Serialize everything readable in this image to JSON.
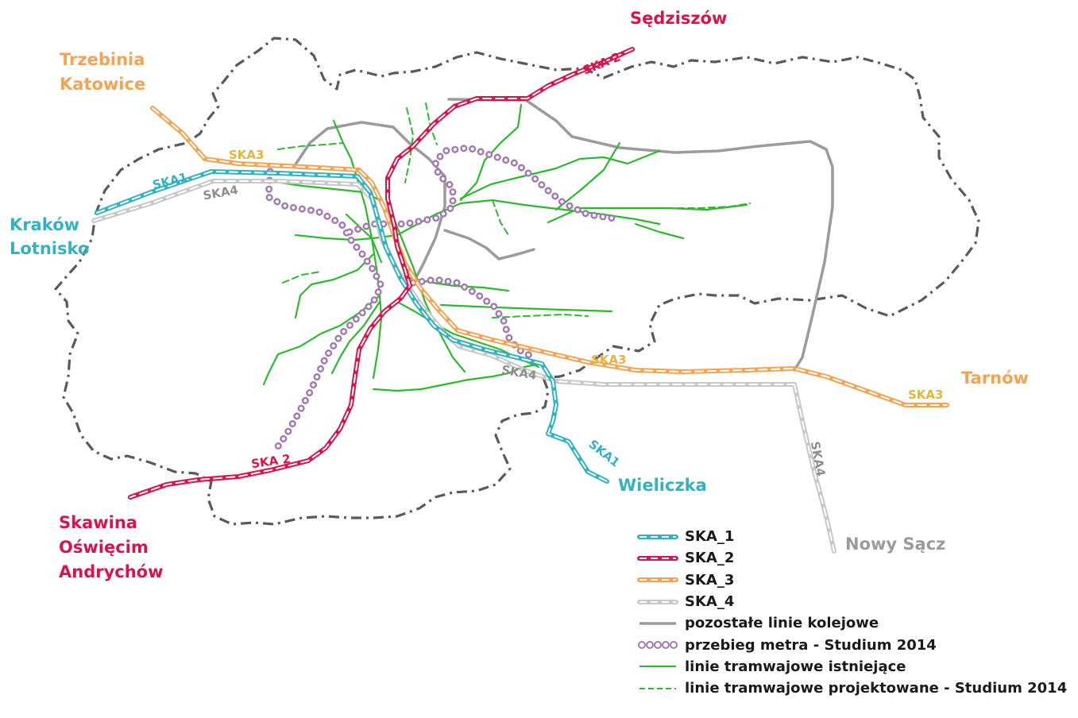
{
  "colors": {
    "ska1": "#33b2c0",
    "ska2": "#d8154a",
    "ska3": "#f3a453",
    "ska4": "#c8c8c8",
    "ska4_label": "#8f8f8f",
    "rail": "#9b9b9b",
    "metro": "#a27bb3",
    "tram": "#2eb82e",
    "boundary": "#5a5a5a"
  },
  "cities": {
    "trzebinia": "Trzebinia",
    "katowice": "Katowice",
    "sedziszow": "Sędziszów",
    "krakow": "Kraków",
    "lotnisko": "Lotnisko",
    "tarnow": "Tarnów",
    "wieliczka": "Wieliczka",
    "nowy_sacz": "Nowy Sącz",
    "skawina": "Skawina",
    "oswiecim": "Oświęcim",
    "andrychow": "Andrychów"
  },
  "line_labels": {
    "ska1": "SKA1",
    "ska2": "SKA 2",
    "ska3": "SKA3",
    "ska4": "SKA4"
  },
  "legend": {
    "ska1": "SKA_1",
    "ska2": "SKA_2",
    "ska3": "SKA_3",
    "ska4": "SKA_4",
    "rail": "pozostałe linie kolejowe",
    "metro": "przebieg metra - Studium 2014",
    "tram_existing": "linie tramwajowe istniejące",
    "tram_planned": "linie tramwajowe projektowane - Studium 2014"
  }
}
